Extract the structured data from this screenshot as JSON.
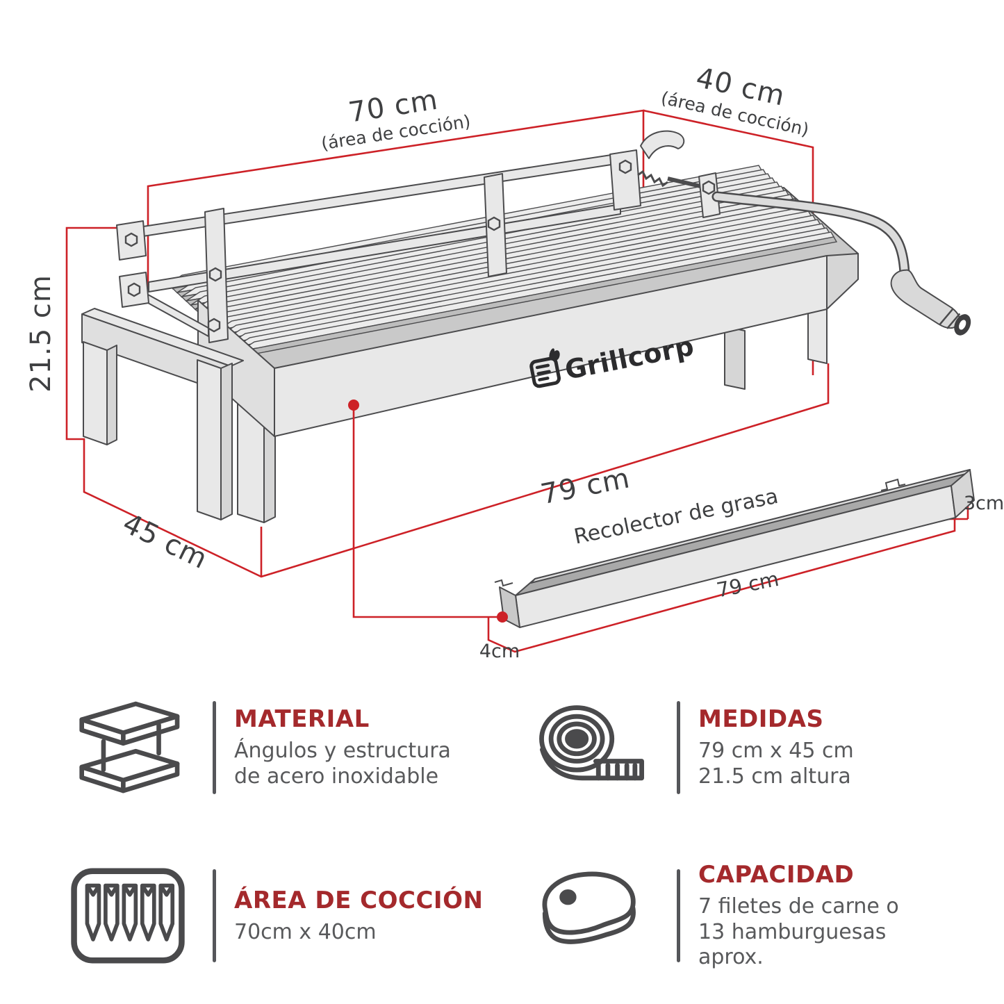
{
  "brand": {
    "logo_text": "Grillcorp"
  },
  "diagram": {
    "labels": {
      "cook_length": "70 cm",
      "cook_length_note": "(área de cocción)",
      "cook_depth": "40 cm",
      "cook_depth_note": "(área de cocción)",
      "height": "21.5 cm",
      "depth": "45 cm",
      "length": "79 cm"
    },
    "tray": {
      "label": "Recolector de grasa",
      "length": "79 cm",
      "height": "3cm",
      "width": "4cm"
    }
  },
  "specs": [
    {
      "icon": "steel-beam-icon",
      "title": "MATERIAL",
      "lines": [
        "Ángulos y estructura",
        "de acero inoxidable"
      ]
    },
    {
      "icon": "measuring-tape-icon",
      "title": "MEDIDAS",
      "lines": [
        "79 cm x 45 cm",
        "21.5 cm altura"
      ]
    },
    {
      "icon": "grill-grate-icon",
      "title": "ÁREA DE COCCIÓN",
      "lines": [
        "70cm x 40cm"
      ]
    },
    {
      "icon": "steak-icon",
      "title": "CAPACIDAD",
      "lines": [
        "7 filetes de carne o",
        "13 hamburguesas aprox."
      ]
    }
  ],
  "colors": {
    "dimension_red": "#cd2127",
    "heading_red": "#a4292c",
    "body_gray": "#58595b",
    "line_art": "#4b4b4d"
  }
}
